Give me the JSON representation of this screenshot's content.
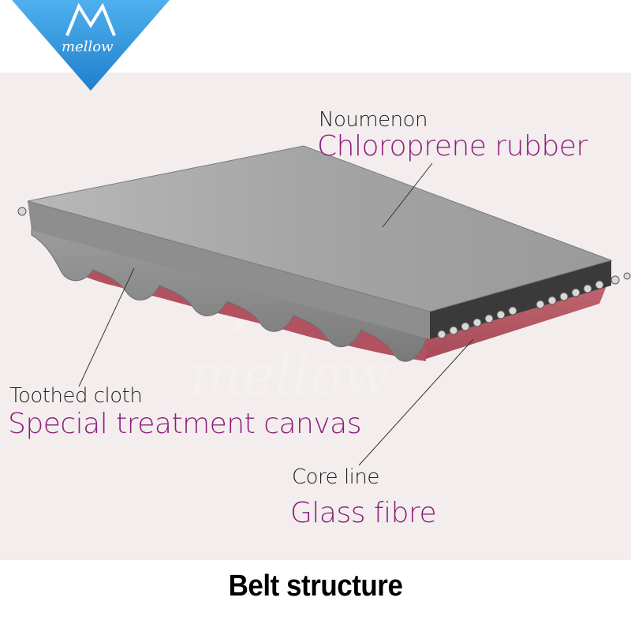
{
  "brand": {
    "logo_text": "mellow",
    "watermark_text": "mellow"
  },
  "labels": {
    "noumenon": {
      "en": "Noumenon",
      "cn": "Chloroprene rubber"
    },
    "toothed_cloth": {
      "en": "Toothed cloth",
      "cn": "Special treatment canvas"
    },
    "core_line": {
      "en": "Core line",
      "cn": "Glass fibre"
    }
  },
  "footer": {
    "title": "Belt structure"
  },
  "colors": {
    "accent": "#8b1e7e",
    "logo_blue": "#2b8fd8",
    "belt_top": "#9c9c9c",
    "belt_side": "#8a8a8a",
    "canvas": "#c0606a"
  }
}
